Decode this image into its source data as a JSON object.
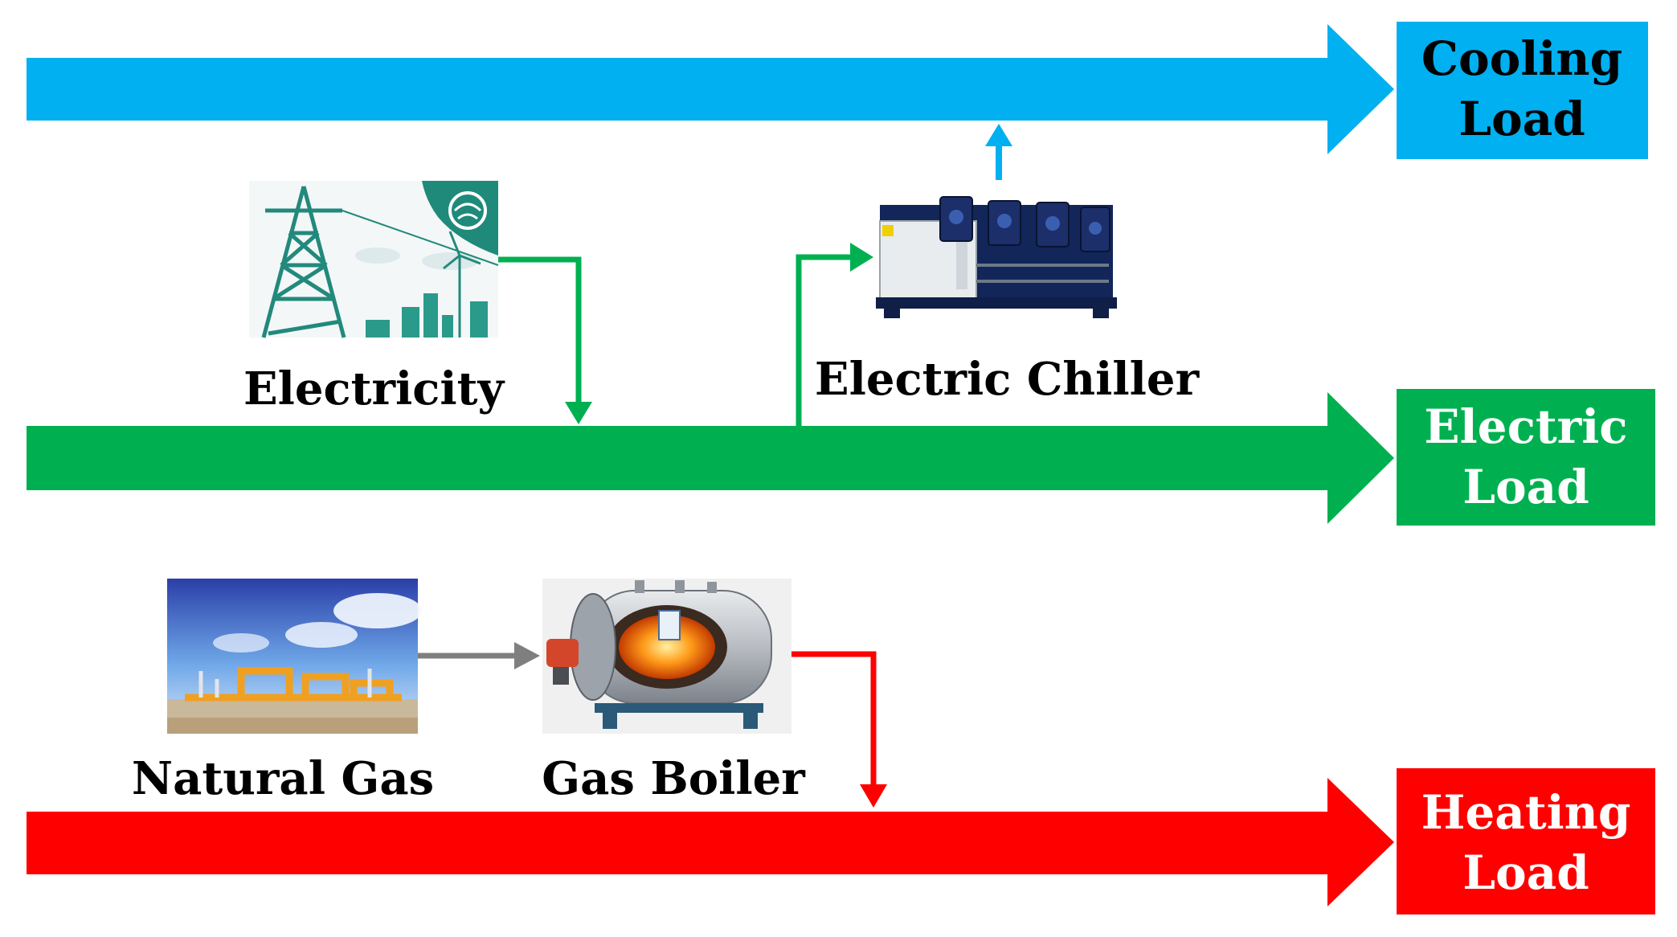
{
  "diagram": {
    "colors": {
      "cooling": "#00b0f0",
      "electric": "#00b050",
      "heating": "#ff0000",
      "gas_flow": "#7f7f7f",
      "text_dark": "#000000",
      "text_light": "#ffffff"
    },
    "loads": {
      "cooling": {
        "line1": "Cooling",
        "line2": "Load"
      },
      "electric": {
        "line1": "Electric",
        "line2": "Load"
      },
      "heating": {
        "line1": "Heating",
        "line2": "Load"
      }
    },
    "components": {
      "electricity": {
        "label": "Electricity",
        "icon": "power-grid-icon"
      },
      "chiller": {
        "label": "Electric Chiller",
        "icon": "chiller-icon"
      },
      "natural_gas": {
        "label": "Natural Gas",
        "icon": "gas-station-icon"
      },
      "boiler": {
        "label": "Gas Boiler",
        "icon": "boiler-icon"
      }
    }
  }
}
